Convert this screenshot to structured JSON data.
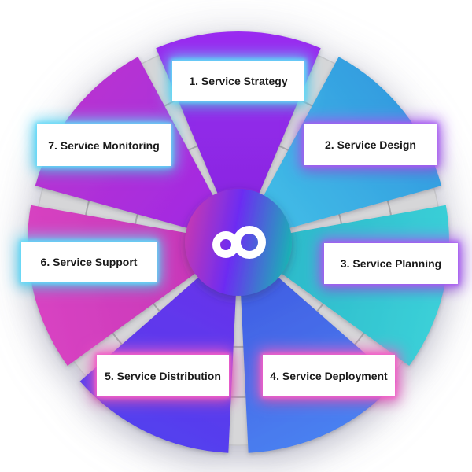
{
  "diagram": {
    "background_color": "#ffffff",
    "center": {
      "icon": "infinity-icon",
      "icon_color": "#ffffff",
      "gradient": [
        "#c438b4",
        "#6c2cf2",
        "#19b4b4"
      ]
    },
    "ring": {
      "disc_color": "#d6d6d8",
      "line_color": "#a9a9ac"
    },
    "segments": [
      {
        "order": 1,
        "label": "1. Service Strategy",
        "angle": -90,
        "color_inner": "#8526de",
        "color_outer": "#9a2cf0",
        "glow_color": "#62d9f8"
      },
      {
        "order": 2,
        "label": "2. Service Design",
        "angle": -38.57,
        "color_inner": "#45c4e8",
        "color_outer": "#339de0",
        "glow_color": "#a85cf2"
      },
      {
        "order": 3,
        "label": "3. Service Planning",
        "angle": 12.86,
        "color_inner": "#28b4c6",
        "color_outer": "#3bd0d8",
        "glow_color": "#a85cf2"
      },
      {
        "order": 4,
        "label": "4. Service Deployment",
        "angle": 64.29,
        "color_inner": "#3f55e0",
        "color_outer": "#4a80f0",
        "glow_color": "#f45fc8"
      },
      {
        "order": 5,
        "label": "5. Service Distribution",
        "angle": 115.71,
        "color_inner": "#6d30ea",
        "color_outer": "#5340ee",
        "glow_color": "#f45fc8"
      },
      {
        "order": 6,
        "label": "6. Service Support",
        "angle": 167.14,
        "color_inner": "#c434b6",
        "color_outer": "#d843c2",
        "glow_color": "#62d9f8"
      },
      {
        "order": 7,
        "label": "7. Service Monitoring",
        "angle": 218.57,
        "color_inner": "#9d28e6",
        "color_outer": "#b733d2",
        "glow_color": "#62d9f8"
      }
    ]
  }
}
